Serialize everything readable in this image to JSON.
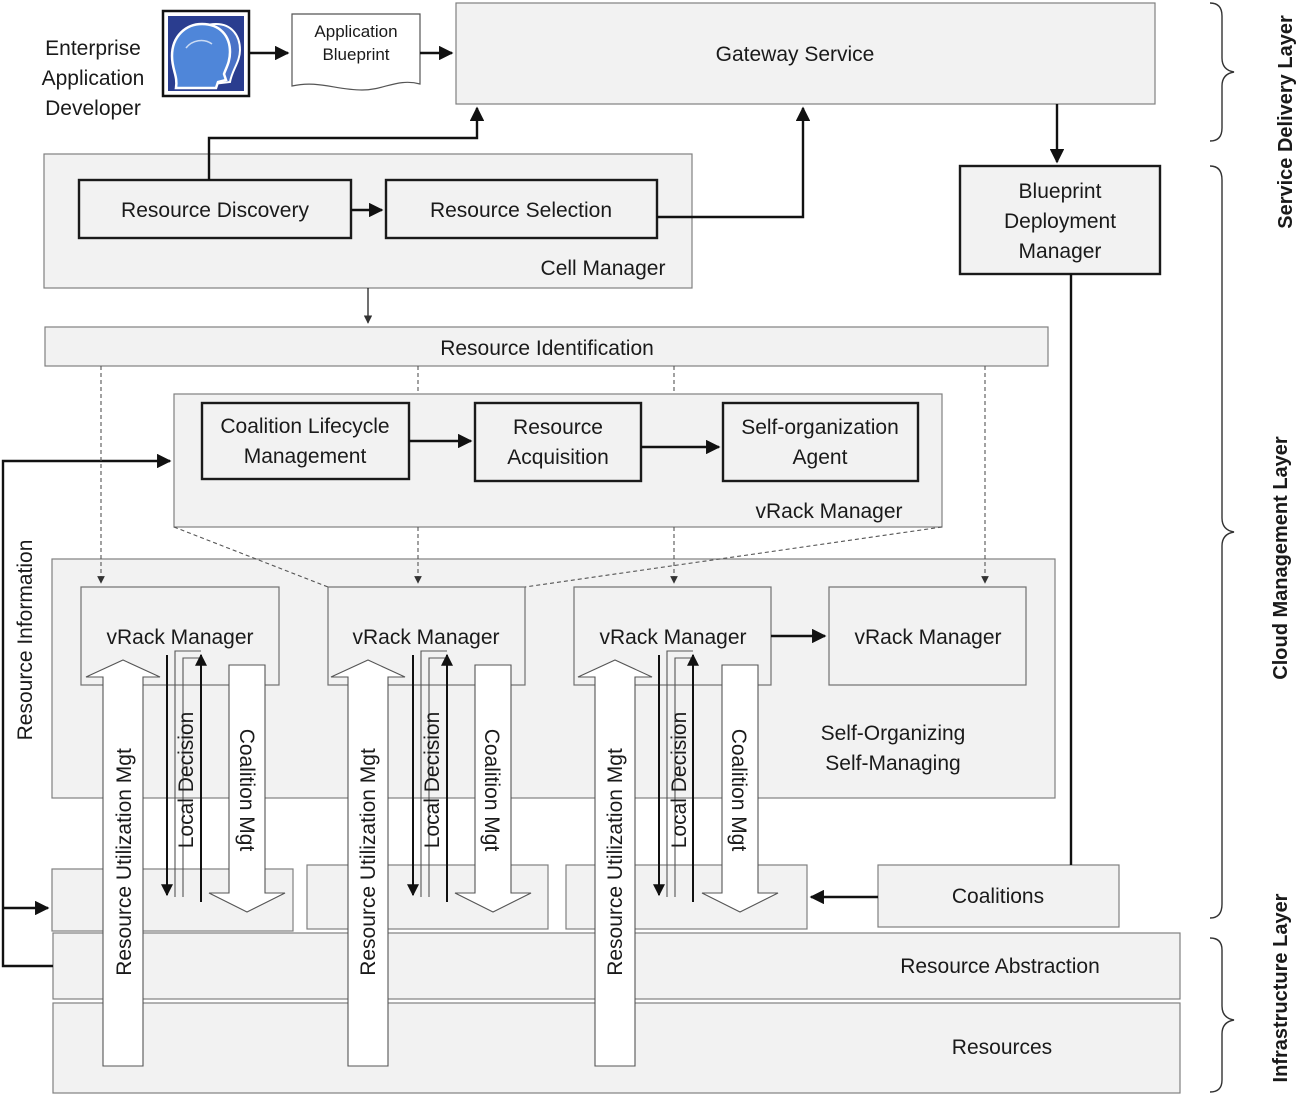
{
  "layers": {
    "service_delivery": "Service Delivery Layer",
    "cloud_management": "Cloud Management Layer",
    "infrastructure": "Infrastructure Layer"
  },
  "developer": {
    "line1": "Enterprise",
    "line2": "Application",
    "line3": "Developer",
    "icon": "developer-head-icon"
  },
  "blueprint_doc": {
    "line1": "Application",
    "line2": "Blueprint"
  },
  "gateway": "Gateway Service",
  "blueprint_manager": {
    "line1": "Blueprint",
    "line2": "Deployment",
    "line3": "Manager"
  },
  "cell_manager": {
    "label": "Cell Manager",
    "discovery": "Resource Discovery",
    "selection": "Resource Selection"
  },
  "resource_identification": "Resource Identification",
  "vrack_top": {
    "label": "vRack Manager",
    "coalition": {
      "line1": "Coalition Lifecycle",
      "line2": "Management"
    },
    "acquisition": {
      "line1": "Resource",
      "line2": "Acquisition"
    },
    "agent": {
      "line1": "Self-organization",
      "line2": "Agent"
    }
  },
  "resource_information": "Resource Information",
  "self_org": {
    "line1": "Self-Organizing",
    "line2": "Self-Managing",
    "managers": [
      "vRack Manager",
      "vRack Manager",
      "vRack Manager",
      "vRack Manager"
    ]
  },
  "arrows": {
    "utilization": "Resource Utilization Mgt",
    "local_decision": "Local Decision",
    "coalition_mgt": "Coalition Mgt"
  },
  "coalitions": "Coalitions",
  "resource_abstraction": "Resource Abstraction",
  "resources": "Resources"
}
